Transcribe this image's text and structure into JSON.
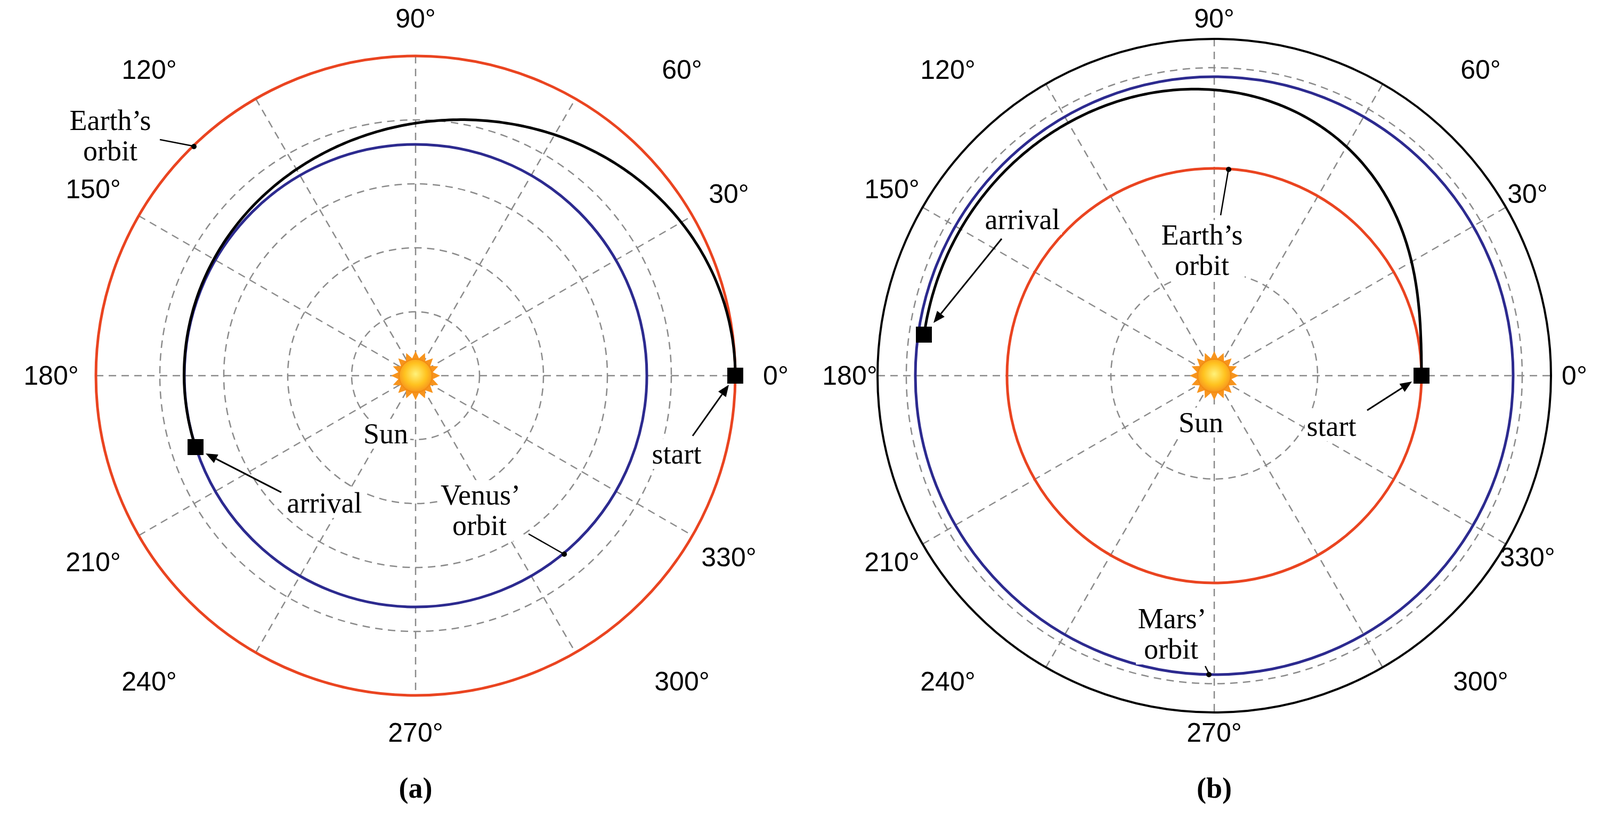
{
  "diagram": {
    "labels": [
      "0°",
      "30°",
      "60°",
      "90°",
      "120°",
      "150°",
      "180°",
      "210°",
      "240°",
      "270°",
      "300°",
      "330°",
      "Earth’s orbit",
      "Venus’ orbit",
      "start",
      "arrival",
      "Sun",
      "(a)",
      "0°",
      "30°",
      "60°",
      "90°",
      "120°",
      "150°",
      "180°",
      "210°",
      "240°",
      "270°",
      "300°",
      "330°",
      "arrival",
      "Earth’s orbit",
      "start",
      "Sun",
      "Mars’ orbit",
      "(b)"
    ]
  }
}
